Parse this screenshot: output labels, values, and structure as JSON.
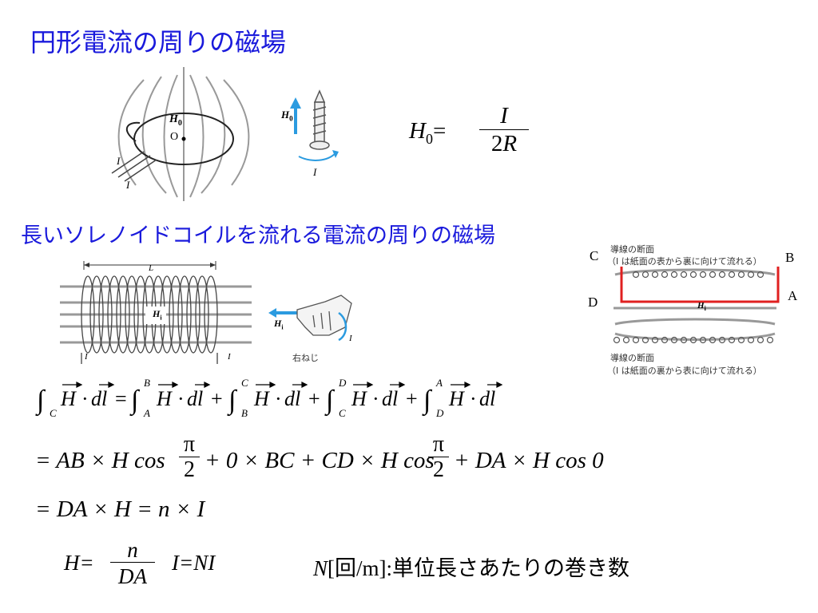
{
  "slide": {
    "title1": "円形電流の周りの磁場",
    "title2": "長いソレノイドコイルを流れる電流の周りの磁場"
  },
  "fig_loop": {
    "h0": "H",
    "h0_sub": "0",
    "o": "O",
    "i1": "I",
    "i2": "I"
  },
  "fig_screw1": {
    "h0": "H",
    "h0_sub": "0",
    "i": "I"
  },
  "formula1": {
    "lhs": "H",
    "lhs_sub": "0",
    "eq": "=",
    "num": "I",
    "den": "2R"
  },
  "fig_solenoid": {
    "l": "L",
    "hi": "H",
    "hi_sub": "i",
    "i_left": "I",
    "i_right": "I"
  },
  "fig_hand": {
    "hi": "H",
    "hi_sub": "i",
    "i": "I",
    "caption": "右ねじ"
  },
  "fig_section": {
    "top_title": "導線の断面",
    "top_note": "（I は紙面の表から裏に向けて流れる）",
    "bottom_title": "導線の断面",
    "bottom_note": "（I は紙面の裏から表に向けて流れる）",
    "corner_a": "A",
    "corner_b": "B",
    "corner_c": "C",
    "corner_d": "D",
    "hi": "H",
    "hi_sub": "i"
  },
  "equations": {
    "line2": "= AB × H cos",
    "line2_b": "+ 0 × BC + CD × H cos",
    "line2_c": "+ DA × H cos 0",
    "pi": "π",
    "two": "2",
    "line3": "= DA × H = n × I"
  },
  "bottom": {
    "h": "H=",
    "num": "n",
    "den": "DA",
    "i_eq": "I=NI",
    "n_unit_n": "N",
    "n_unit_bracket": "[回/m]",
    "colon": ":",
    "n_desc": "単位長さあたりの巻き数"
  },
  "colors": {
    "title": "#1a1adc",
    "accent_blue": "#2b9be0",
    "rect_red": "#e02020"
  }
}
